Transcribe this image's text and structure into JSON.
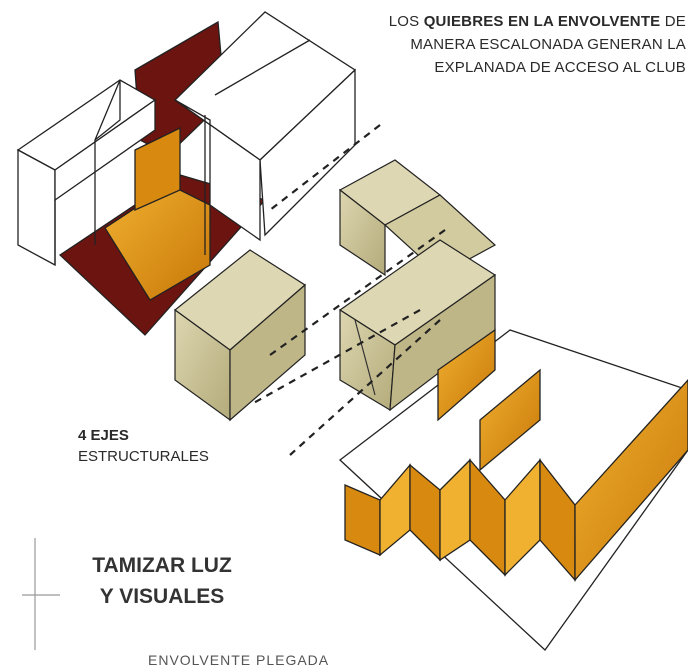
{
  "caption": {
    "pre": "LOS ",
    "bold1": "QUIEBRES EN LA ENVOLVENTE",
    "post": " DE MANERA ESCALONADA GENERAN LA EXPLANADA DE ACCESO AL CLUB"
  },
  "ejes": {
    "bold": "4 EJES",
    "text": "ESTRUCTURALES"
  },
  "tamizar": {
    "line1": "TAMIZAR LUZ",
    "line2": "Y VISUALES"
  },
  "bottom_text": "ENVOLVENTE PLEGADA",
  "colors": {
    "dark_red": "#6b1410",
    "orange": "#d88a10",
    "yellow": "#e0a020",
    "beige": "#c9c294",
    "line": "#222222"
  }
}
